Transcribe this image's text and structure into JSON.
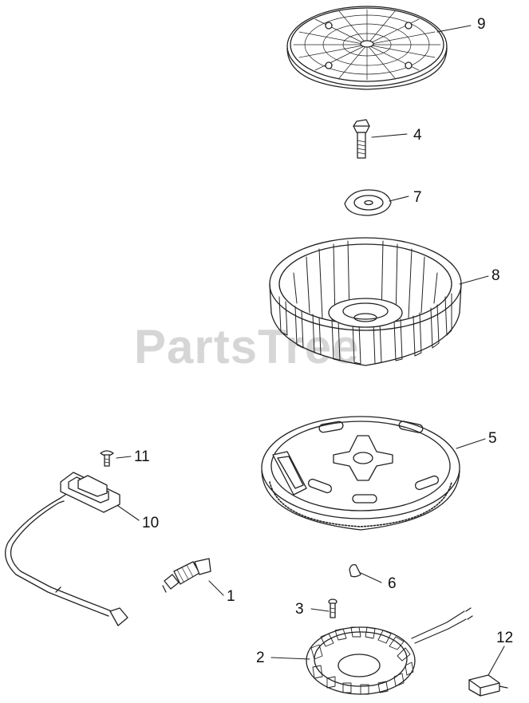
{
  "watermark": "PartsTree",
  "callouts": {
    "c1": "1",
    "c2": "2",
    "c3": "3",
    "c4": "4",
    "c5": "5",
    "c6": "6",
    "c7": "7",
    "c8": "8",
    "c9": "9",
    "c10": "10",
    "c11": "11",
    "c12": "12"
  },
  "colors": {
    "line": "#222222",
    "watermark": "#cfcfcf"
  }
}
